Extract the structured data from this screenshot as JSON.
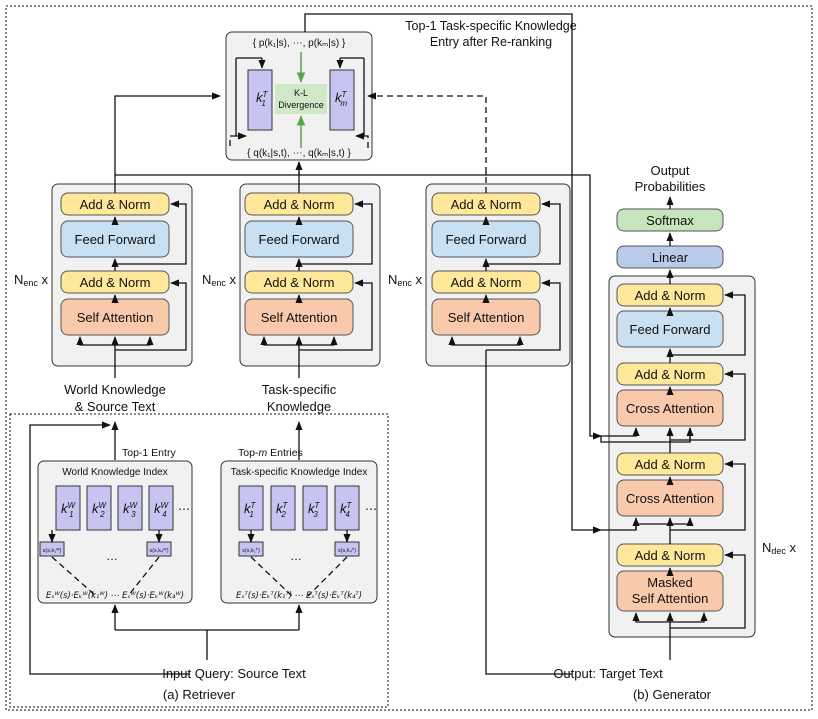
{
  "labels": {
    "top1_task_line1": "Top-1 Task-specific Knowledge",
    "top1_task_line2": "Entry after Re-ranking",
    "p_dist": "{ p(k₁|s), ⋯, p(kₘ|s) }",
    "q_dist": "{ q(k₁|s,t), ⋯, q(kₘ|s,t) }",
    "kl_line1": "K-L",
    "kl_line2": "Divergence",
    "k1": "k",
    "k1_sup": "T",
    "k1_sub": "1",
    "km": "k",
    "km_sup": "T",
    "km_sub": "m",
    "add_norm": "Add & Norm",
    "feed_forward": "Feed Forward",
    "self_attention": "Self Attention",
    "cross_attention": "Cross Attention",
    "masked_line1": "Masked",
    "masked_line2": "Self Attention",
    "linear": "Linear",
    "softmax": "Softmax",
    "output_prob_line1": "Output",
    "output_prob_line2": "Probabilities",
    "n_enc": "N",
    "n_enc_sub": "enc",
    "n_x": " x",
    "n_dec": "N",
    "n_dec_sub": "dec",
    "world_src_line1": "World Knowledge",
    "world_src_line2": "& Source Text",
    "task_line1": "Task-specific",
    "task_line2": "Knowledge",
    "top1_entry": "Top-1 Entry",
    "topm_entries_pre": "Top-",
    "topm_entries_m": "m",
    "topm_entries_post": " Entries",
    "world_index": "World Knowledge Index",
    "task_index": "Task-specific Knowledge Index",
    "ellipsis": "⋯",
    "dots": "…",
    "input_query": "Input Query: Source Text",
    "output_target": "Output: Target Text",
    "retriever_caption": "(a) Retriever",
    "generator_caption": "(b) Generator",
    "world_keys": [
      {
        "base": "k",
        "sup": "W",
        "sub": "1"
      },
      {
        "base": "k",
        "sup": "W",
        "sub": "2"
      },
      {
        "base": "k",
        "sup": "W",
        "sub": "3"
      },
      {
        "base": "k",
        "sup": "W",
        "sub": "4"
      }
    ],
    "task_keys": [
      {
        "base": "k",
        "sup": "T",
        "sub": "1"
      },
      {
        "base": "k",
        "sup": "T",
        "sub": "2"
      },
      {
        "base": "k",
        "sup": "T",
        "sub": "3"
      },
      {
        "base": "k",
        "sup": "T",
        "sub": "4"
      }
    ],
    "score_w1": "s(s,k₁ᵂ)",
    "score_w4": "s(s,k₄ᵂ)",
    "score_t1": "s(s,k₁ᵀ)",
    "score_t4": "s(s,k₄ᵀ)",
    "formula_w": "Eₛᵂ(s)·Eₖᵂ(k₁ᵂ) ⋯ Eₛᵂ(s)·Eₖᵂ(k₄ᵂ)",
    "formula_t": "Eₛᵀ(s)·Eₖᵀ(k₁ᵀ) ⋯ Eₛᵀ(s)·Eₖᵀ(k₄ᵀ)"
  },
  "colors": {
    "add_norm": "#ffe89a",
    "feed_forward": "#c9e0f2",
    "attention": "#f9c9ac",
    "linear": "#b9cbea",
    "softmax": "#c6e5bd",
    "kl": "#cfe9c6",
    "key_box": "#c8c4f2",
    "panel": "#f1f1f1"
  }
}
